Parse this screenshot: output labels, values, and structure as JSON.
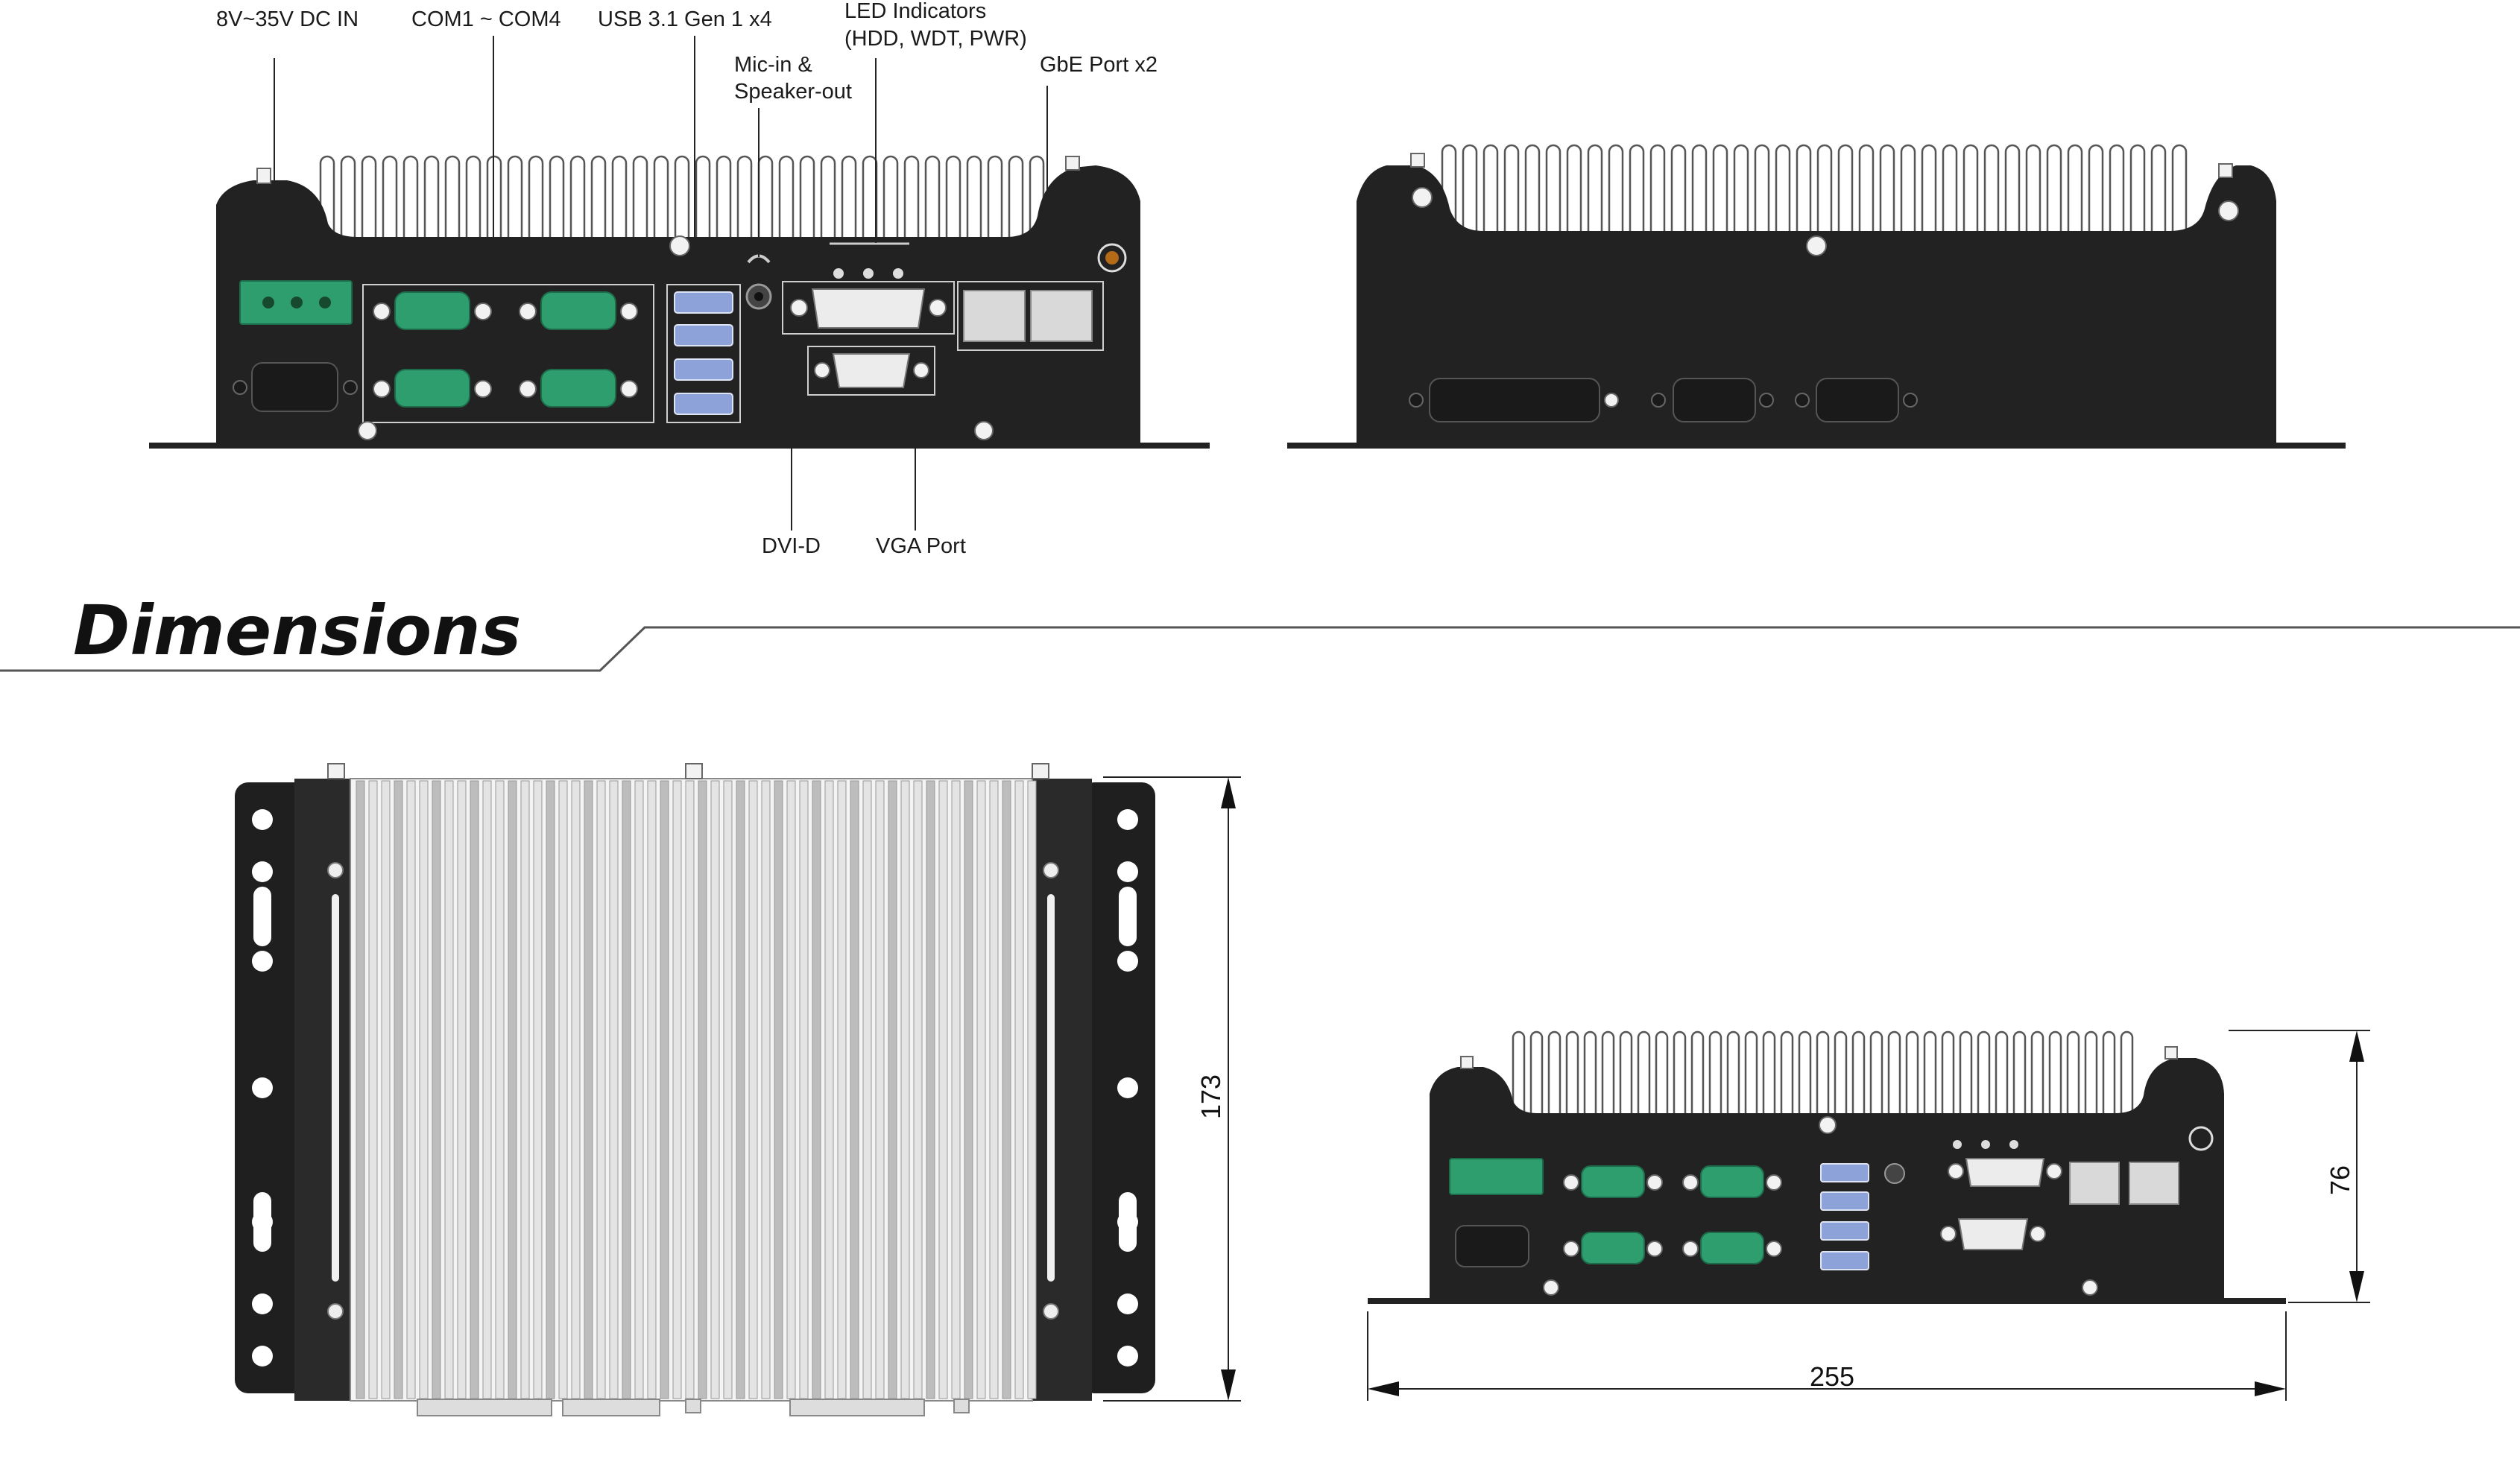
{
  "labels": {
    "dc_in": "8V~35V DC IN",
    "com": "COM1 ~ COM4",
    "usb": "USB 3.1 Gen 1 x4",
    "mic_line1": "Mic-in &",
    "mic_line2": "Speaker-out",
    "led_line1": "LED Indicators",
    "led_line2": "(HDD, WDT, PWR)",
    "gbe": "GbE Port x2",
    "dvi": "DVI-D",
    "vga": "VGA Port"
  },
  "section_title": "Dimensions",
  "dimensions": {
    "depth": "173",
    "height": "76",
    "width": "255"
  },
  "colors": {
    "chassis": "#222222",
    "terminal_block": "#2f9e6e",
    "usb_port": "#8da2d8",
    "heatsink_fin": "#ffffff"
  }
}
